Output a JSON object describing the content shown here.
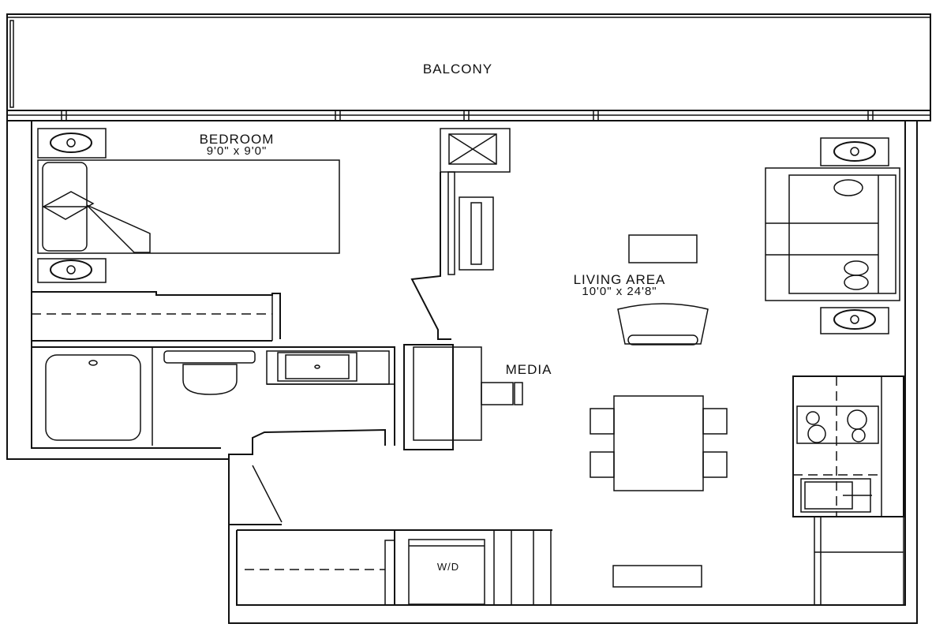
{
  "rooms": {
    "balcony": {
      "name": "BALCONY"
    },
    "bedroom": {
      "name": "BEDROOM",
      "size": "9'0\" x 9'0\""
    },
    "living": {
      "name": "LIVING AREA",
      "size": "10'0\" x 24'8\""
    },
    "media": {
      "name": "MEDIA"
    },
    "laundry": {
      "name": "W/D"
    }
  },
  "colors": {
    "line": "#111111",
    "background": "#ffffff"
  }
}
